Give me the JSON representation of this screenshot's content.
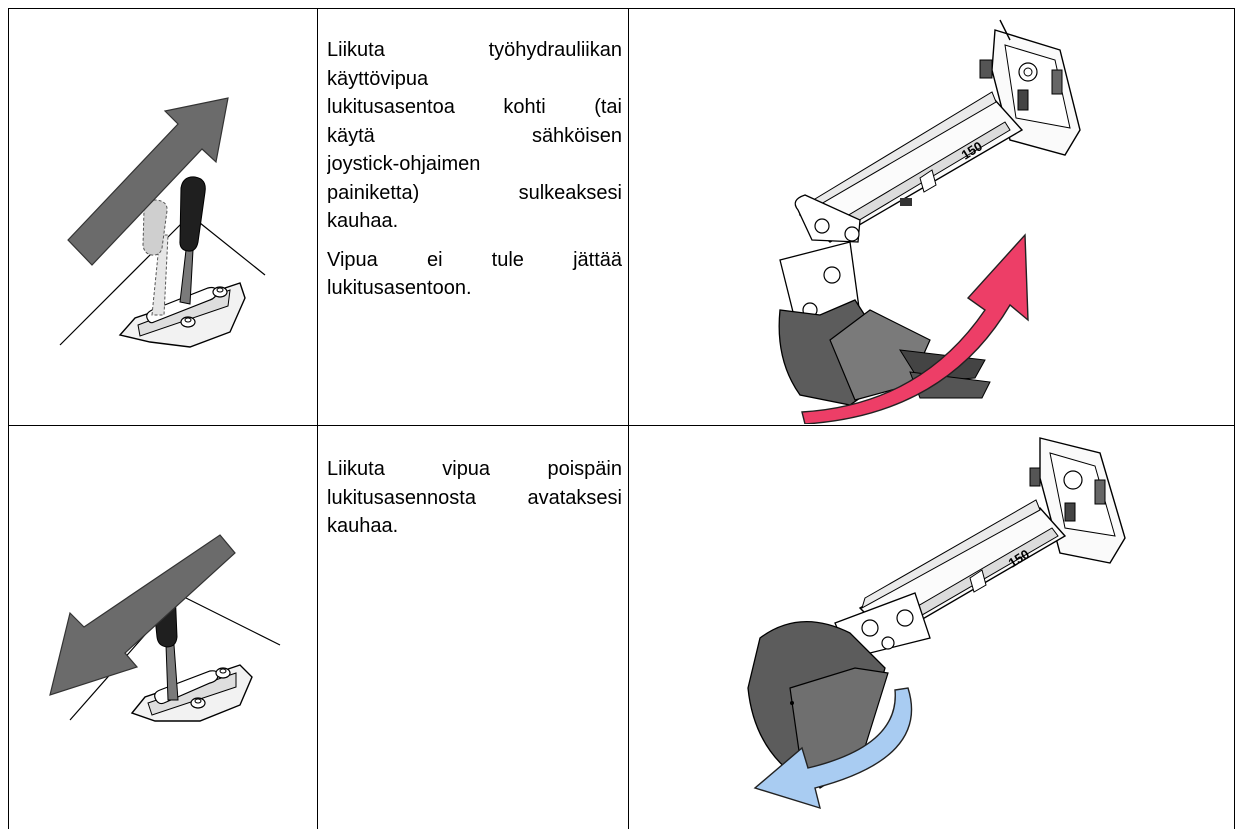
{
  "rows": [
    {
      "instruction_lines": [
        "Liikuta työhydrauliikan",
        "käyttövipua",
        "lukitusasentoa kohti (tai",
        "käytä sähköisen",
        "joystick-ohjaimen",
        "painiketta) sulkeaksesi",
        "kauhaa."
      ],
      "note": "Vipua ei tule jättää lukitusasentoon.",
      "arrow_color": "#ed3e67",
      "lever_arrow_direction": "up-right",
      "boom_label": "150"
    },
    {
      "instruction": "Liikuta vipua poispäin lukitusasennosta avataksesi kauhaa.",
      "arrow_color": "#a9ccf2",
      "lever_arrow_direction": "down-left",
      "boom_label": "150"
    }
  ],
  "colors": {
    "border": "#000000",
    "arrow_grey": "#6b6b6b",
    "handle_dark": "#1f1f1f",
    "handle_ghost": "#cfcfcf",
    "bucket_grey": "#5c5c5c"
  }
}
